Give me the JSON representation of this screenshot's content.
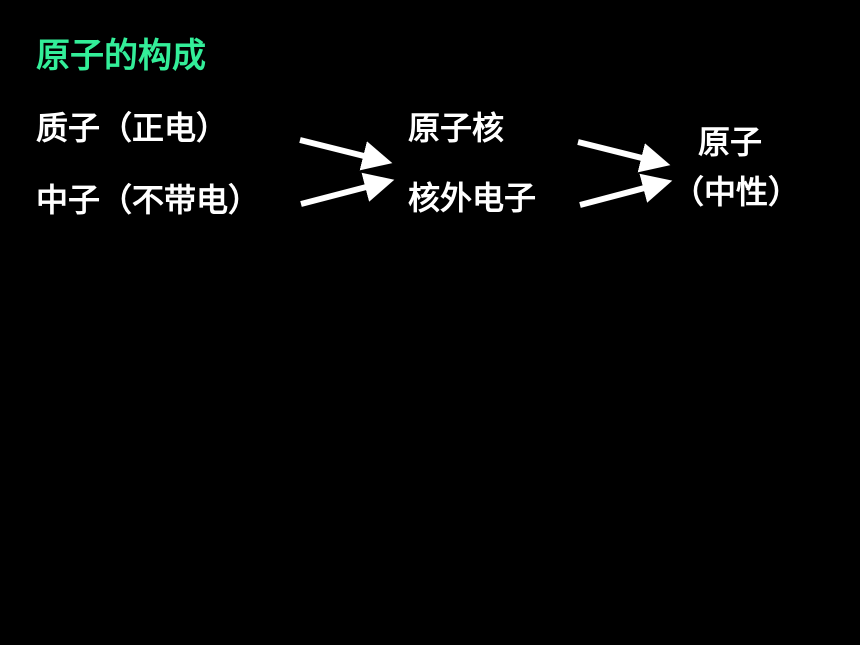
{
  "slide": {
    "title": "原子的构成",
    "proton": "质子（正电）",
    "neutron": "中子（不带电）",
    "nucleus": "原子核",
    "electron": "核外电子",
    "atom": {
      "label": "原子",
      "charge": "（中性）"
    }
  },
  "colors": {
    "background": "#000000",
    "title": "#33ee99",
    "text": "#ffffff",
    "arrow": "#ffffff"
  }
}
